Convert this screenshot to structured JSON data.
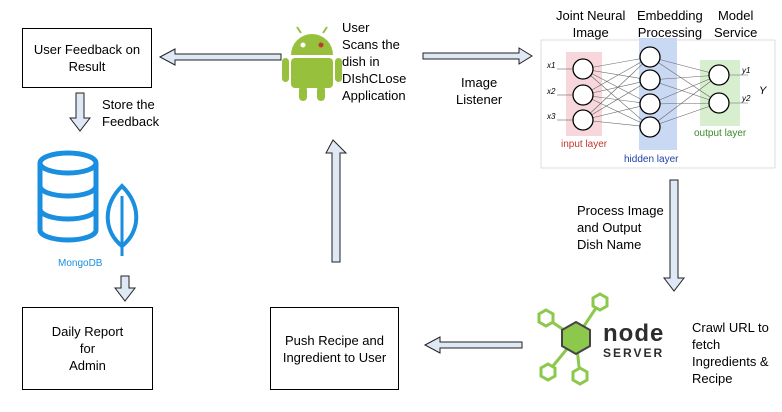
{
  "boxes": {
    "user_feedback": "User Feedback on\nResult",
    "daily_report": "Daily Report\nfor\nAdmin",
    "push_recipe": "Push Recipe and\nIngredient to User"
  },
  "labels": {
    "user_scans": "User\nScans the\ndish in\nDIshCLose\nApplication",
    "image_listener": "Image\nListener",
    "store_feedback": "Store the\nFeedback",
    "process_image": "Process Image\nand Output\nDish  Name",
    "crawl_url": "Crawl URL to\nfetch\nIngredients &\nRecipe"
  },
  "model_header": {
    "col1": "Joint Neural\nImage",
    "col2": "Embedding\nProcessing",
    "col3": "Model\nService"
  },
  "nn": {
    "input_layer": "input layer",
    "hidden_layer": "hidden layer",
    "output_layer": "output layer",
    "output_symbol": "Y",
    "inputs": [
      "x1",
      "x2",
      "x3"
    ],
    "outputs": [
      "y1",
      "y2"
    ]
  },
  "mongodb_label": "MongoDB",
  "node_logo": {
    "word1": "node",
    "word2": "SERVER"
  },
  "colors": {
    "arrow_fill": "#dfe8f5",
    "mongo_blue": "#1a8fe0",
    "android_green": "#97c03d",
    "node_green": "#8cc84b",
    "input_bg": "#f7d6dc",
    "hidden_bg": "#c9d8f3",
    "output_bg": "#d7efce"
  }
}
